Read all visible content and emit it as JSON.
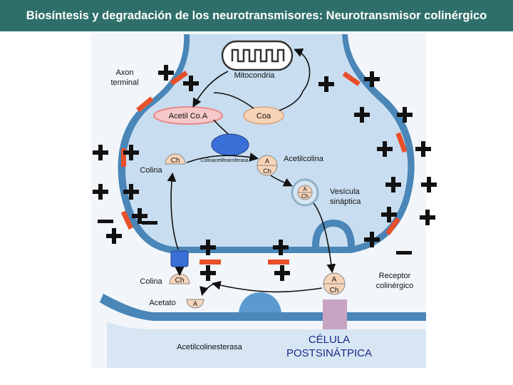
{
  "title": "Biosíntesis y degradación de los neurotransmisores: Neurotransmisor colinérgico",
  "labels": {
    "axon_terminal_line1": "Axon",
    "axon_terminal_line2": "terminal",
    "mitocondria": "Mitocondria",
    "acetil_coa": "Acetil Co.A",
    "coa": "Coa",
    "enzyme": "Colinacetiltransferasa",
    "acetilcolina": "Acetilcolina",
    "colina_top": "Colina",
    "vesicula_line1": "Vesícula",
    "vesicula_line2": "sináptica",
    "colina_bottom": "Colina",
    "acetato": "Acetato",
    "receptor_line1": "Receptor",
    "receptor_line2": "colinérgico",
    "acetilcolinesterasa": "Acetilcolinesterasa",
    "postsinaptica_line1": "CÉLULA",
    "postsinaptica_line2": "POSTSINÁTPICA"
  },
  "molecule_letters": {
    "choline": "Ch",
    "acetyl": "A"
  },
  "colors": {
    "title_bg": "#2f6f6a",
    "cytoplasm": "#c8def0",
    "membrane": "#4a86b8",
    "channel": "#e8502a",
    "enzyme": "#3a6fd8",
    "acetyl_coa_fill": "#f6c9c9",
    "coa_fill": "#f7d4b8",
    "postsynaptic_receptor": "#c9a3c2"
  }
}
